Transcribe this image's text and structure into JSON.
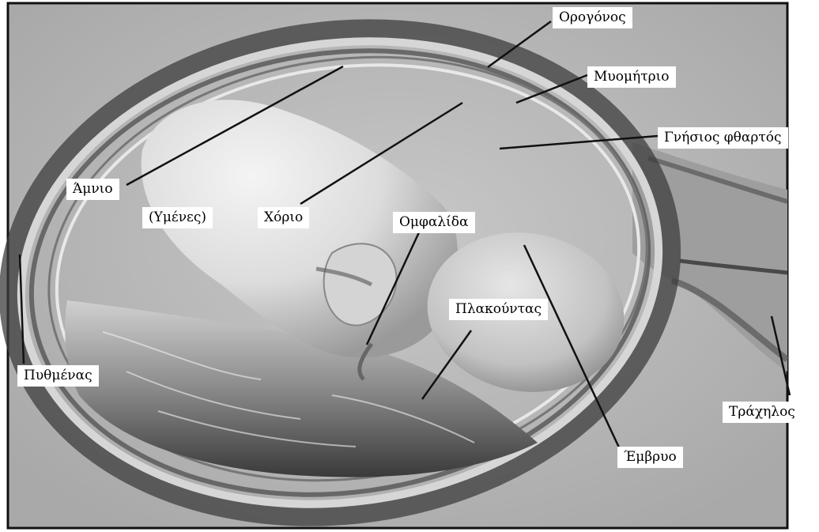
{
  "figure": {
    "caption": "",
    "labels": [
      {
        "id": "orogonos",
        "text": "Ορογόνος"
      },
      {
        "id": "myometrio",
        "text": "Μυομήτριο"
      },
      {
        "id": "gnisios",
        "text": "Γνήσιος φθαρτός"
      },
      {
        "id": "amnio",
        "text": "Άμνιο"
      },
      {
        "id": "ymenes",
        "text": "(Υμένες)"
      },
      {
        "id": "chorio",
        "text": "Χόριο"
      },
      {
        "id": "omfalida",
        "text": "Ομφαλίδα"
      },
      {
        "id": "plakountas",
        "text": "Πλακούντας"
      },
      {
        "id": "pythmenas",
        "text": "Πυθμένας"
      },
      {
        "id": "trachilos",
        "text": "Τράχηλος"
      },
      {
        "id": "emvryo",
        "text": "Έμβρυο"
      }
    ]
  }
}
